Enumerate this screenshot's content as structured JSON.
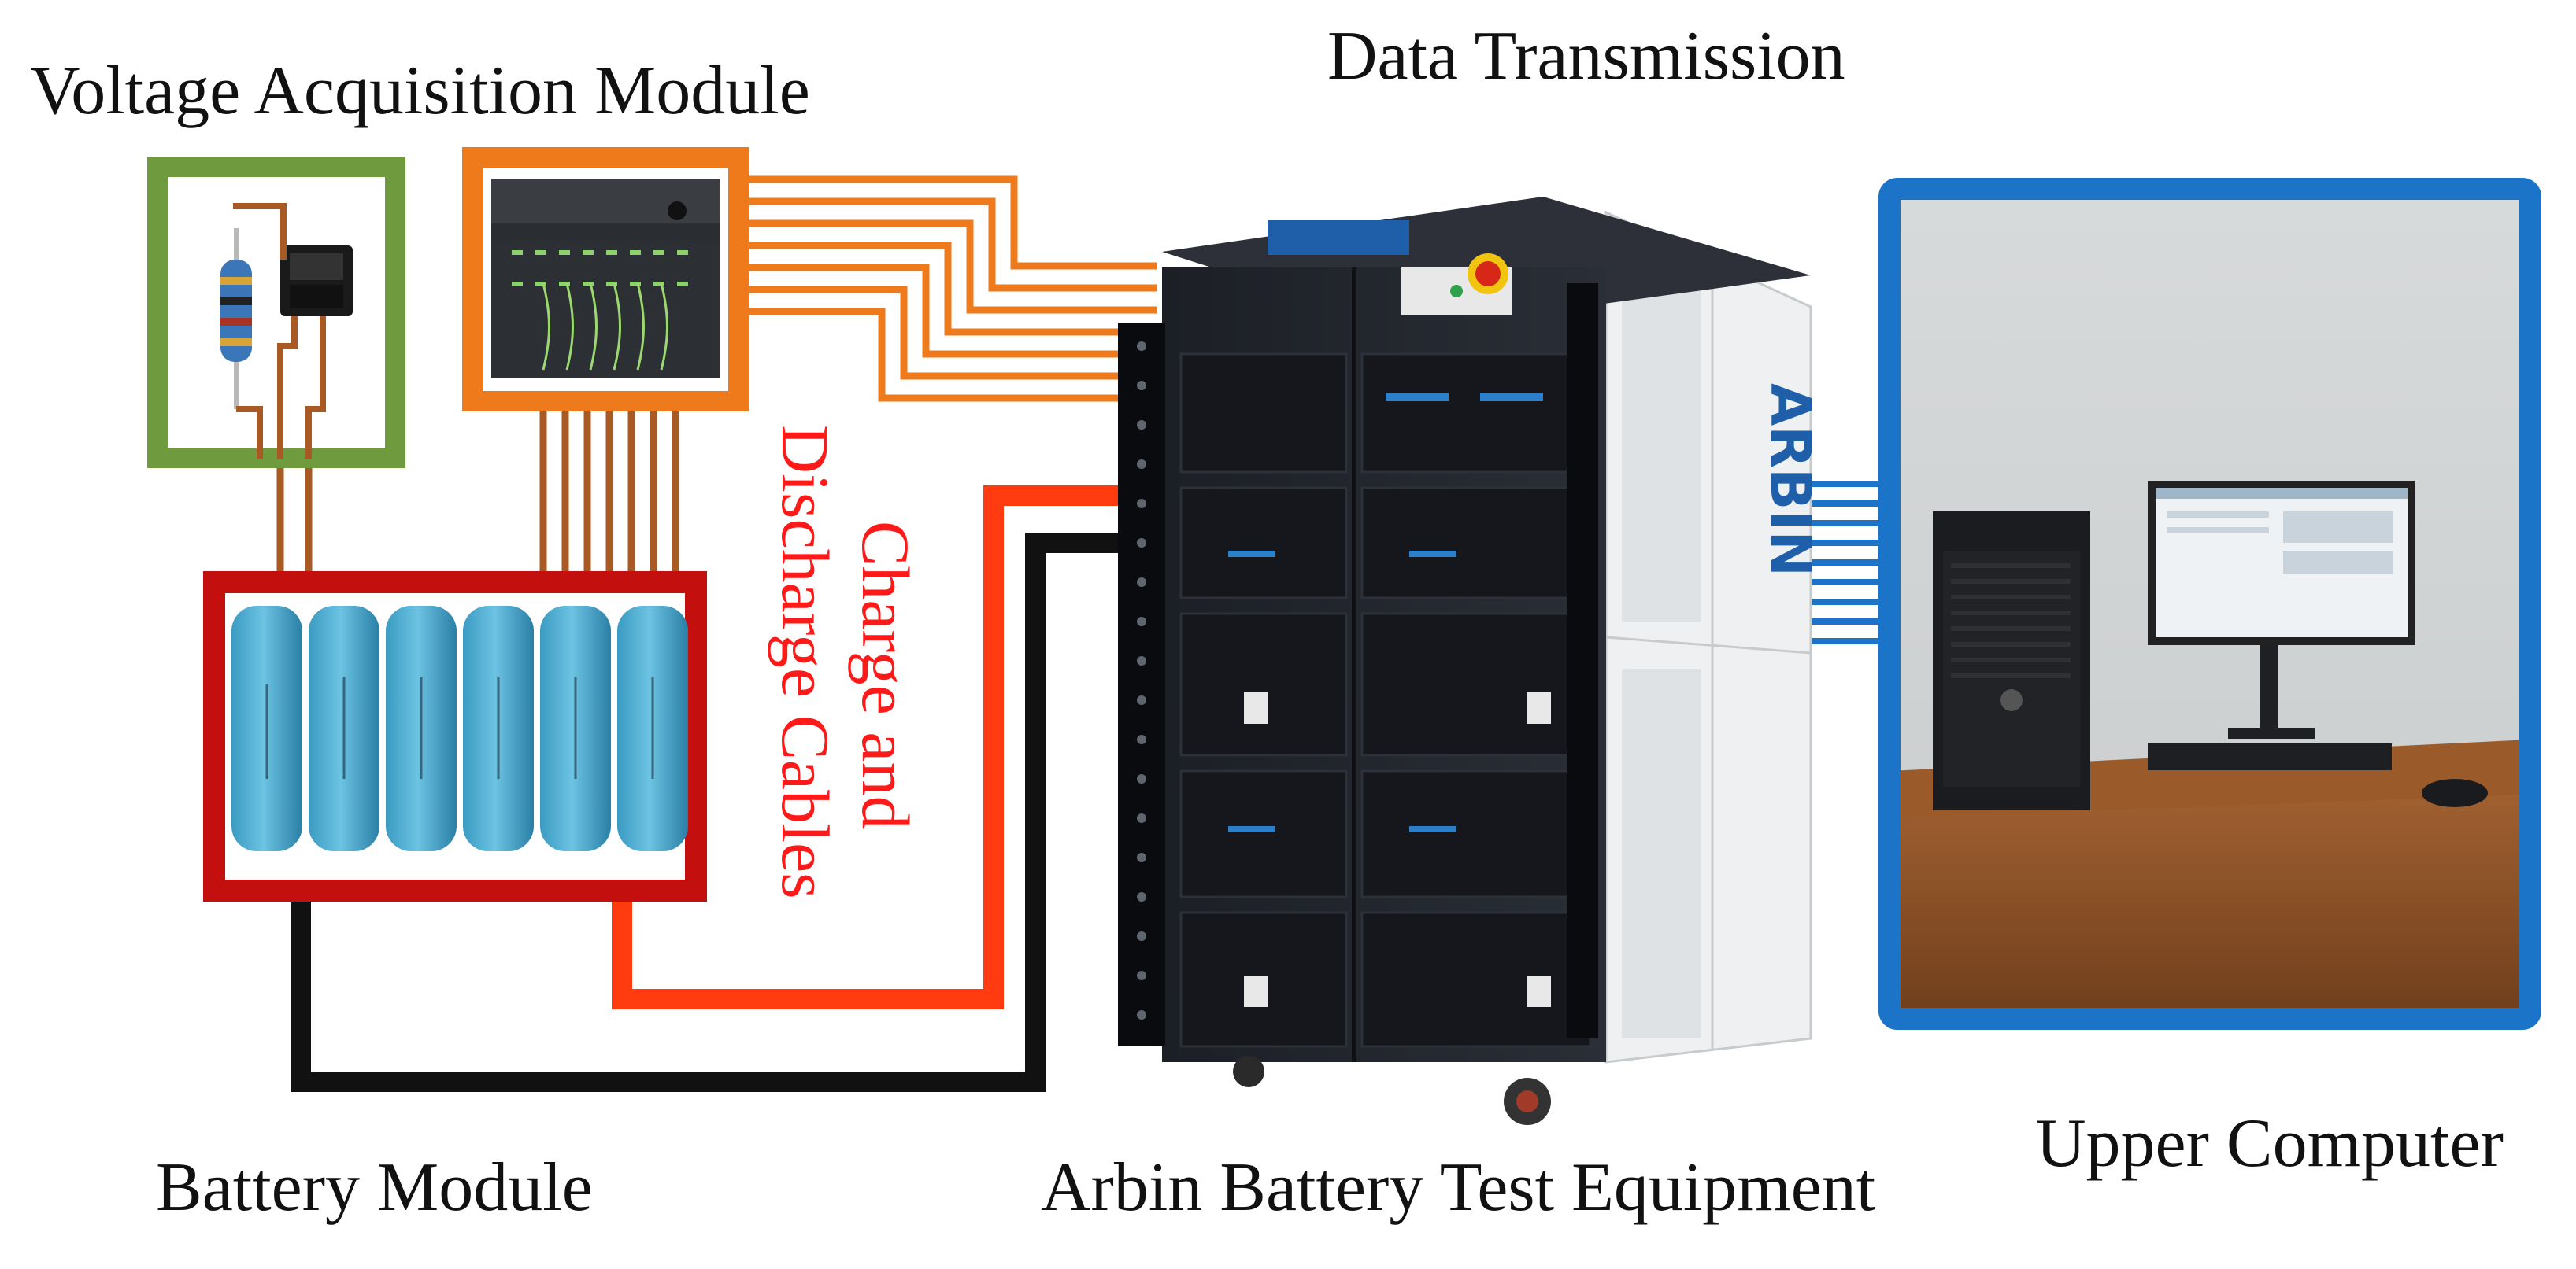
{
  "labels": {
    "voltage_acquisition_module": "Voltage Acquisition Module",
    "data_transmission": "Data Transmission",
    "charge_discharge_line1": "Charge and",
    "charge_discharge_line2": "Discharge Cables",
    "battery_module": "Battery Module",
    "arbin_equipment": "Arbin Battery Test Equipment",
    "upper_computer": "Upper Computer"
  },
  "cabinet_logo": "ARBIN",
  "colors": {
    "green_frame": "#6f9a3d",
    "orange_frame": "#ee7a1c",
    "red_frame": "#c40f0f",
    "blue_frame": "#1c74c8",
    "charge_cable": "#ff3b0f",
    "black_cable": "#111111",
    "brown_wire": "#a85a24",
    "label_red": "#ff1a1a"
  }
}
